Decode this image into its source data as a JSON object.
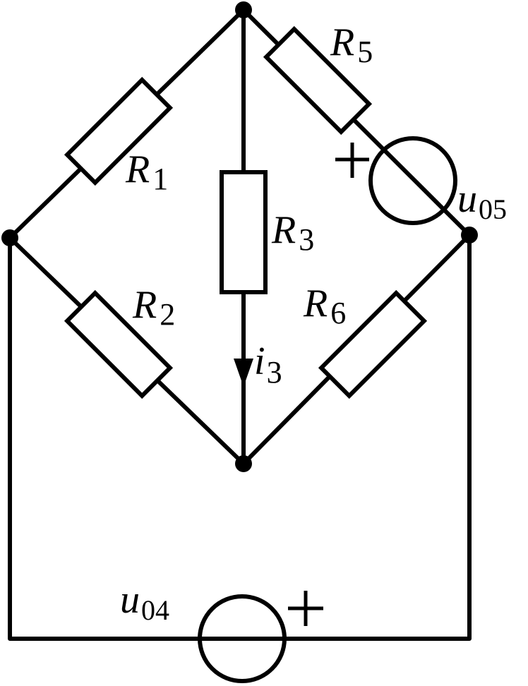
{
  "labels": {
    "r1": {
      "main": "R",
      "sub": "1"
    },
    "r2": {
      "main": "R",
      "sub": "2"
    },
    "r3": {
      "main": "R",
      "sub": "3"
    },
    "r5": {
      "main": "R",
      "sub": "5"
    },
    "r6": {
      "main": "R",
      "sub": "6"
    },
    "u04": {
      "main": "u",
      "sub": "04"
    },
    "u05": {
      "main": "u",
      "sub": "05"
    },
    "i3": {
      "main": "i",
      "sub": "3"
    }
  },
  "colors": {
    "stroke": "#000000",
    "background": "#ffffff"
  }
}
